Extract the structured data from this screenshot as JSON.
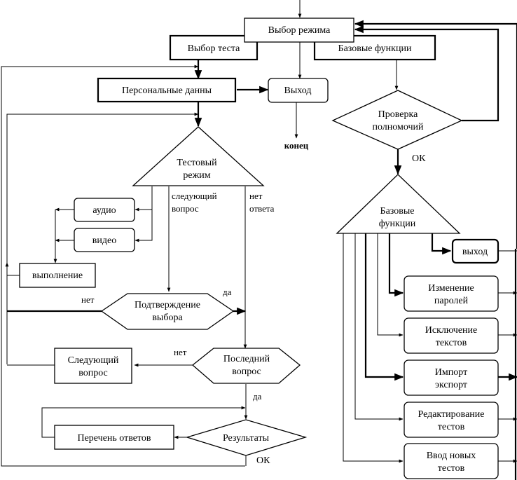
{
  "diagram": {
    "nodes": {
      "mode_select": "Выбор режима",
      "test_select": "Выбор теста",
      "base_functions_top": "Базовые функции",
      "personal_data": "Персональные данны",
      "exit": "Выход",
      "end": "конец",
      "auth_check": [
        "Проверка",
        "полномочий"
      ],
      "test_mode": [
        "Тестовый",
        "режим"
      ],
      "audio": "аудио",
      "video": "видео",
      "execution": "выполнение",
      "confirm_choice": [
        "Подтверждение",
        "выбора"
      ],
      "next_question_box": [
        "Следующий",
        "вопрос"
      ],
      "last_question": [
        "Последний",
        "вопрос"
      ],
      "results": "Результаты",
      "answers_list": "Перечень ответов",
      "base_functions": [
        "Базовые",
        "функции"
      ],
      "exit_small": "выход",
      "change_passwords": [
        "Изменение",
        "паролей"
      ],
      "exclude_tests": [
        "Исключение",
        "текстов"
      ],
      "import_export": [
        "Импорт",
        "экспорт"
      ],
      "edit_tests": [
        "Редактирование",
        "тестов"
      ],
      "new_tests": [
        "Ввод новых",
        "тестов"
      ]
    },
    "labels": {
      "next_question": [
        "следующий",
        "вопрос"
      ],
      "no_answer": [
        "нет",
        "ответа"
      ],
      "yes_confirm": "да",
      "no_confirm": "нет",
      "no_last": "нет",
      "yes_last": "да",
      "ok_results": "ОК",
      "ok_auth": "ОК"
    }
  }
}
